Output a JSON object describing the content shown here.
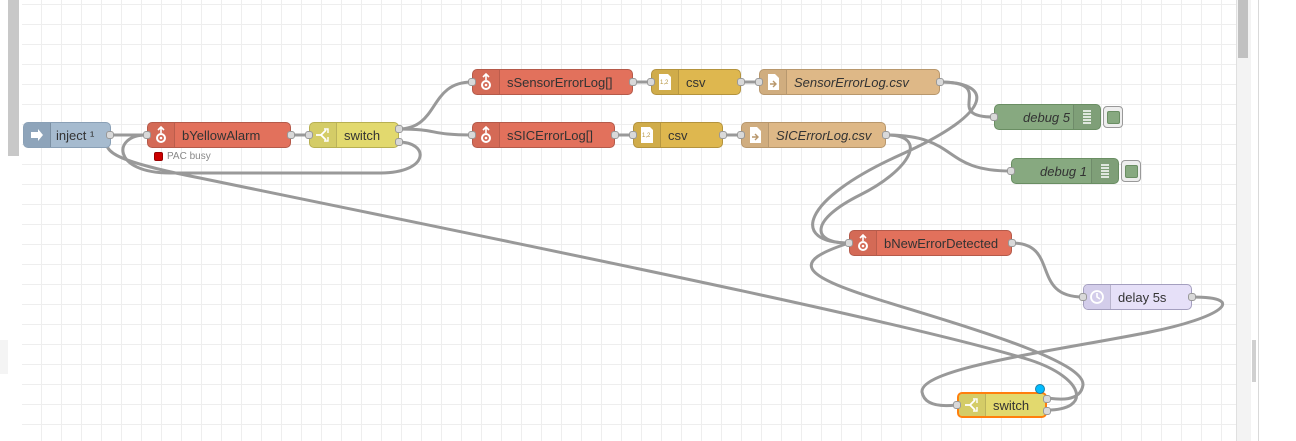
{
  "editor": {
    "colors": {
      "wire": "#999999",
      "function": "#e2715c",
      "switch": "#e2d96e",
      "csv": "#deb74f",
      "file": "#deb887",
      "debug": "#87a980",
      "inject": "#a6bbcf",
      "delay": "#e6e0f8",
      "changed_indicator": "#00bcff",
      "status_error": "#cc0000",
      "selected_outline": "#ff7f0e"
    },
    "nodes": {
      "inject": {
        "label": "inject ¹",
        "icon": "inject-arrow-icon"
      },
      "byellowalarm": {
        "label": "bYellowAlarm",
        "icon": "function-gear-icon",
        "status": "PAC busy"
      },
      "switch_top": {
        "label": "switch",
        "icon": "switch-fork-icon"
      },
      "ssensorerrorlog": {
        "label": "sSensorErrorLog[]",
        "icon": "function-gear-icon"
      },
      "csv_top": {
        "label": "csv",
        "icon": "csv-1-2-icon"
      },
      "sensorerrorlog_csv": {
        "label": "SensorErrorLog.csv",
        "icon": "file-out-icon"
      },
      "debug5": {
        "label": "debug 5",
        "icon": "debug-list-icon"
      },
      "ssicerrorlog": {
        "label": "sSICErrorLog[]",
        "icon": "function-gear-icon"
      },
      "csv_mid": {
        "label": "csv",
        "icon": "csv-1-2-icon"
      },
      "sicerrorlog_csv": {
        "label": "SICErrorLog.csv",
        "icon": "file-out-icon"
      },
      "debug1": {
        "label": "debug 1",
        "icon": "debug-list-icon"
      },
      "bnewerrordetected": {
        "label": "bNewErrorDetected",
        "icon": "function-gear-icon"
      },
      "delay": {
        "label": "delay 5s",
        "icon": "timer-icon"
      },
      "switch_bottom": {
        "label": "switch",
        "icon": "switch-fork-icon"
      }
    },
    "csv_icon_text": "1,2"
  }
}
